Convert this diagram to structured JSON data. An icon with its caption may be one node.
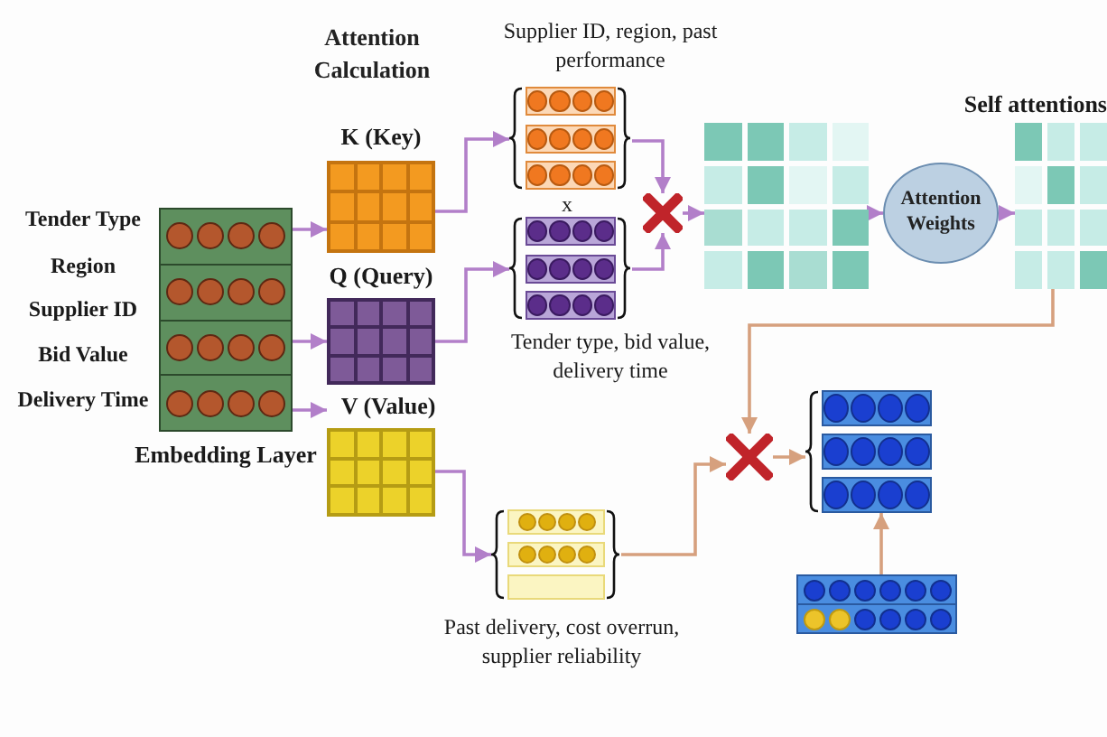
{
  "diagram": {
    "title": "Attention Calculation",
    "nodes": [
      {
        "text": [
          "Embedding Layer"
        ],
        "beside": [
          "Tender Type",
          "Region",
          "Supplier ID",
          "Bid Value",
          "Delivery Time"
        ]
      },
      {
        "text": [
          "K (Key)"
        ]
      },
      {
        "text": [
          "Q (Query)"
        ]
      },
      {
        "text": [
          "V (Value)"
        ]
      },
      {
        "text": [
          "Supplier ID, region, past performance"
        ]
      },
      {
        "text": [
          "Tender type, bid value, delivery time"
        ]
      },
      {
        "text": [],
        "shape": "cross"
      },
      {
        "text": [],
        "shape": "grid"
      },
      {
        "text": [
          "Attention Weights"
        ]
      },
      {
        "text": [
          "Self attentions"
        ]
      },
      {
        "text": [
          "Past delivery, cost overrun, supplier reliability"
        ]
      },
      {
        "text": [],
        "shape": "cross"
      },
      {
        "text": [],
        "shape": "box"
      },
      {
        "text": [],
        "shape": "bar"
      }
    ],
    "edges": [
      {
        "from": 0,
        "to": 1,
        "arrow": "to"
      },
      {
        "from": 0,
        "to": 2,
        "arrow": "to"
      },
      {
        "from": 0,
        "to": 3,
        "arrow": "to"
      },
      {
        "from": 1,
        "to": 4,
        "arrow": "to"
      },
      {
        "from": 2,
        "to": 5,
        "arrow": "to"
      },
      {
        "from": 4,
        "to": 6,
        "arrow": "to"
      },
      {
        "from": 5,
        "to": 6,
        "arrow": "to"
      },
      {
        "from": 6,
        "to": 7,
        "arrow": "to"
      },
      {
        "from": 7,
        "to": 8,
        "arrow": "to"
      },
      {
        "from": 8,
        "to": 9,
        "arrow": "to"
      },
      {
        "from": 9,
        "to": 11,
        "arrow": "to",
        "color": "#d6a07e"
      },
      {
        "from": 3,
        "to": 10,
        "arrow": "to"
      },
      {
        "from": 10,
        "to": 11,
        "arrow": "to",
        "color": "#d6a07e"
      },
      {
        "from": 11,
        "to": 12,
        "arrow": "to",
        "color": "#d6a07e"
      },
      {
        "from": 13,
        "to": 12,
        "arrow": "to",
        "color": "#d6a07e"
      }
    ],
    "labels": [
      "x"
    ]
  }
}
